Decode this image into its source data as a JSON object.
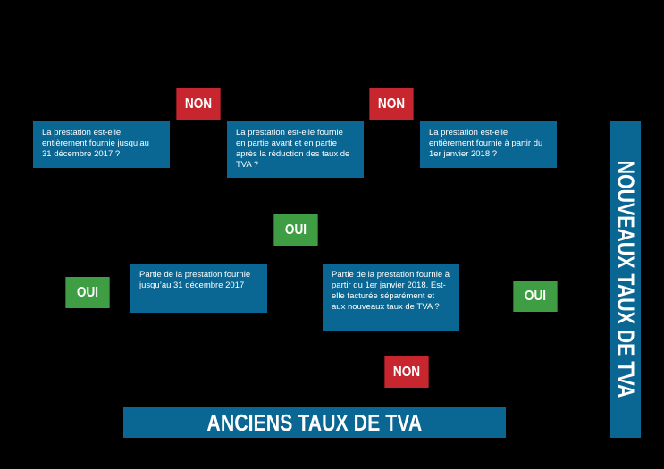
{
  "colors": {
    "background": "#000000",
    "box": "#0a6793",
    "non": "#c8262e",
    "oui": "#3f9e43",
    "text": "#ffffff"
  },
  "questions": {
    "q1": "La prestation est-elle entièrement fournie jusqu’au 31 décembre 2017 ?",
    "q2": "La prestation est-elle fournie en partie avant et en partie après la réduction des taux de TVA ?",
    "q3": "La prestation est-elle entièrement fournie à partir du 1er janvier 2018 ?",
    "q4": "Partie de la prestation fournie jusqu’au 31 décembre 2017",
    "q5": "Partie de la prestation fournie à partir du 1er janvier 2018. Est-elle facturée séparément et aux nouveaux taux de TVA ?"
  },
  "labels": {
    "non": "NON",
    "oui": "OUI"
  },
  "banners": {
    "anciens": "ANCIENS TAUX DE TVA",
    "nouveaux": "NOUVEAUX TAUX DE TVA"
  }
}
